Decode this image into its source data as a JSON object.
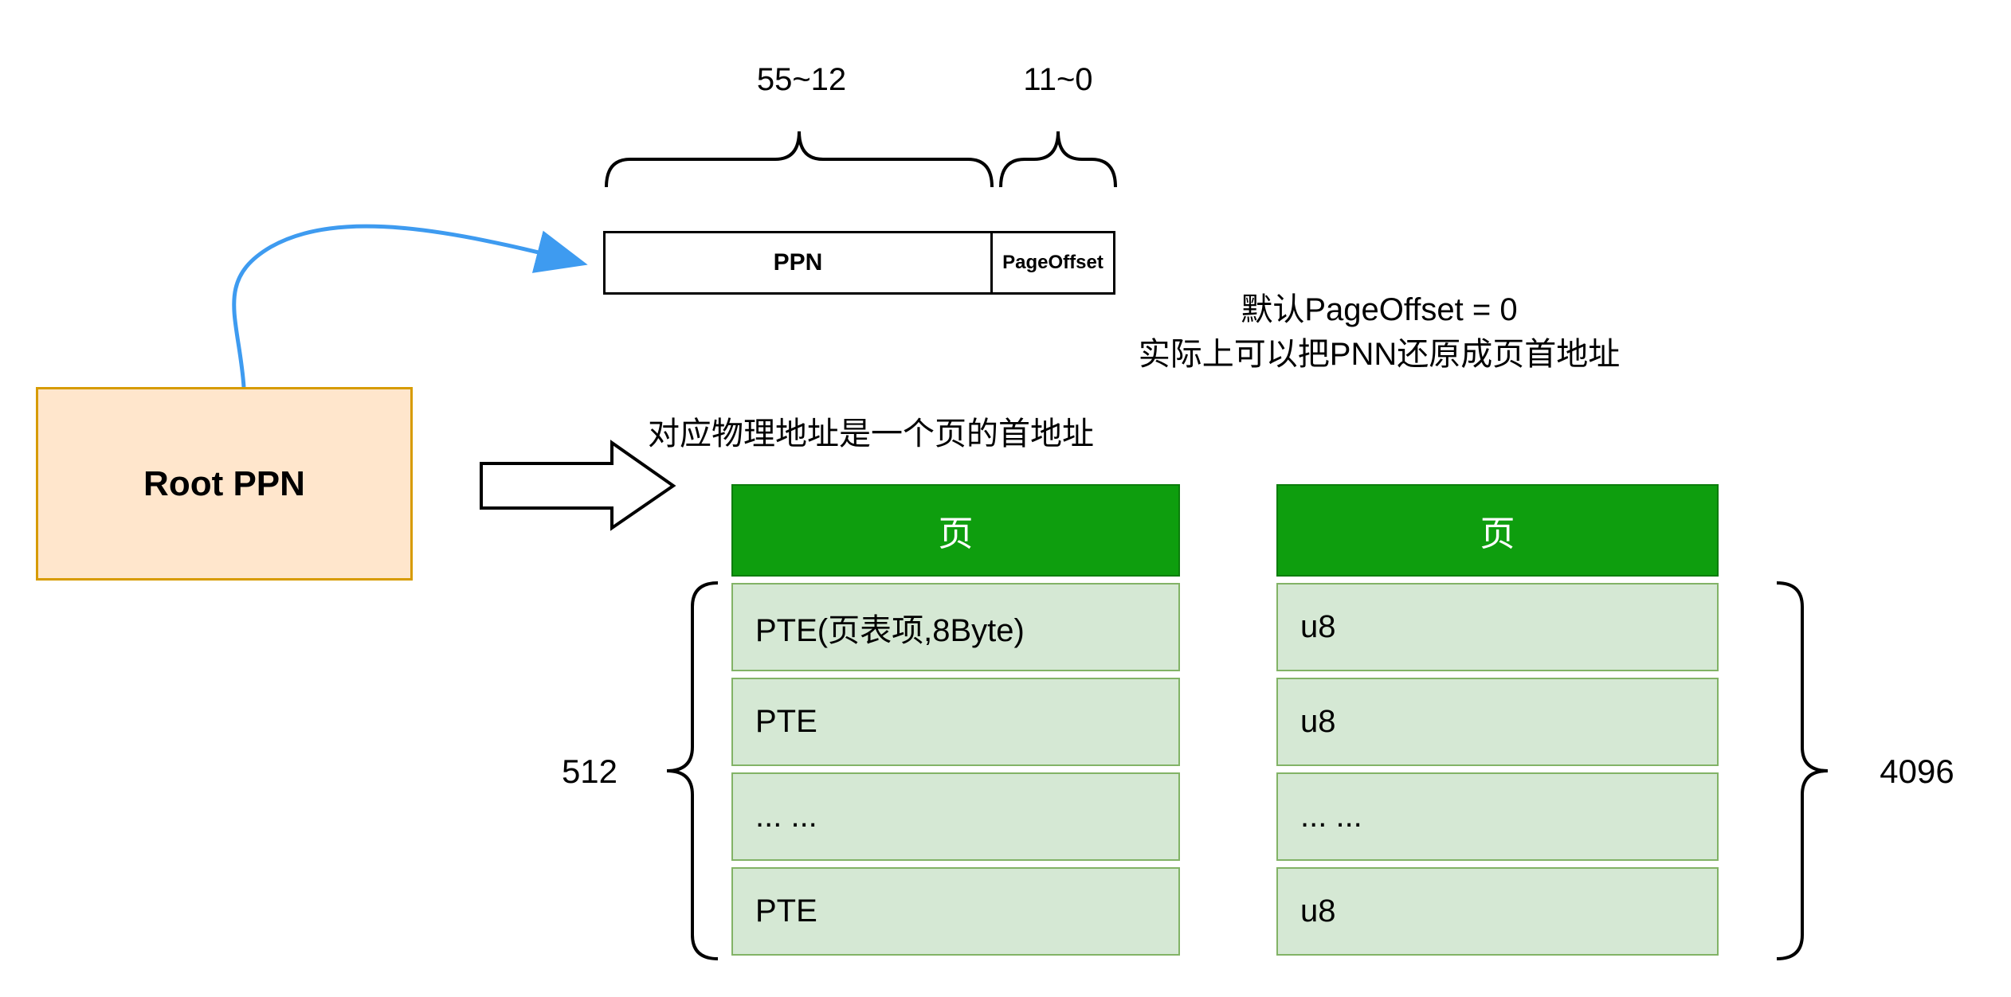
{
  "bit_fields": {
    "ppn_range": "55~12",
    "offset_range": "11~0",
    "ppn_label": "PPN",
    "offset_label": "PageOffset"
  },
  "root_ppn": {
    "label": "Root PPN"
  },
  "notes": {
    "default_offset": "默认PageOffset = 0",
    "restore": "实际上可以把PNN还原成页首地址",
    "page_start": "对应物理地址是一个页的首地址"
  },
  "tables": {
    "pte": {
      "header": "页",
      "rows": [
        "PTE(页表项,8Byte)",
        "PTE",
        "... ...",
        "PTE"
      ],
      "count_label": "512"
    },
    "bytes": {
      "header": "页",
      "rows": [
        "u8",
        "u8",
        "... ...",
        "u8"
      ],
      "count_label": "4096"
    }
  },
  "colors": {
    "root_box_fill": "#ffe6cc",
    "root_box_border": "#d79b00",
    "table_header_bg": "#0e9e0e",
    "table_row_bg": "#d5e8d4",
    "table_row_border": "#82b366",
    "arrow_blue": "#3e9bf0",
    "outline_black": "#000000"
  }
}
